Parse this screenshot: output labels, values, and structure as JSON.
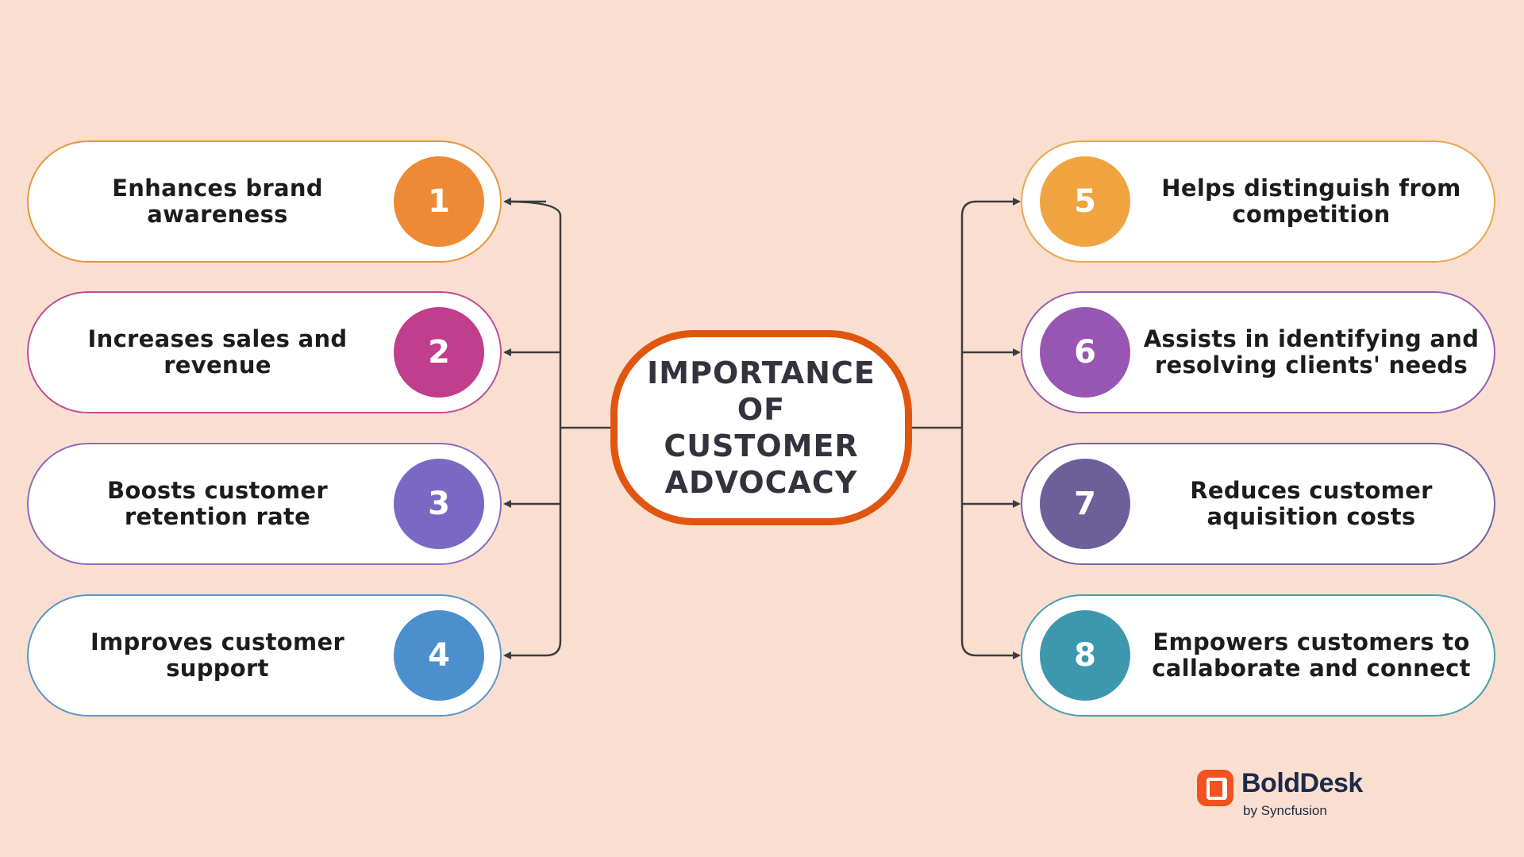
{
  "center": {
    "title": "IMPORTANCE  OF\nCUSTOMER\nADVOCACY",
    "border_color": "#e0560f"
  },
  "items": [
    {
      "number": "1",
      "label": "Enhances brand awareness",
      "color": "#ee8a35",
      "border": "#e8953f"
    },
    {
      "number": "2",
      "label": "Increases sales and revenue",
      "color": "#c13d8e",
      "border": "#c24d95"
    },
    {
      "number": "3",
      "label": "Boosts customer retention rate",
      "color": "#7a69c4",
      "border": "#8a6bc4"
    },
    {
      "number": "4",
      "label": "Improves customer support",
      "color": "#4c8fcd",
      "border": "#5a95cc"
    },
    {
      "number": "5",
      "label": "Helps distinguish from competition",
      "color": "#f0a440",
      "border": "#eba64f"
    },
    {
      "number": "6",
      "label": "Assists in identifying and resolving clients' needs",
      "color": "#9856b3",
      "border": "#9a5cb5"
    },
    {
      "number": "7",
      "label": "Reduces customer aquisition costs",
      "color": "#6d5f9a",
      "border": "#7564a0"
    },
    {
      "number": "8",
      "label": "Empowers customers to callaborate and connect",
      "color": "#3e98ad",
      "border": "#4a9db0"
    }
  ],
  "connector_color": "#3d3d3d",
  "logo": {
    "name": "BoldDesk",
    "sub": "by Syncfusion",
    "icon_color": "#f1521f",
    "text_color": "#1f2a48"
  }
}
